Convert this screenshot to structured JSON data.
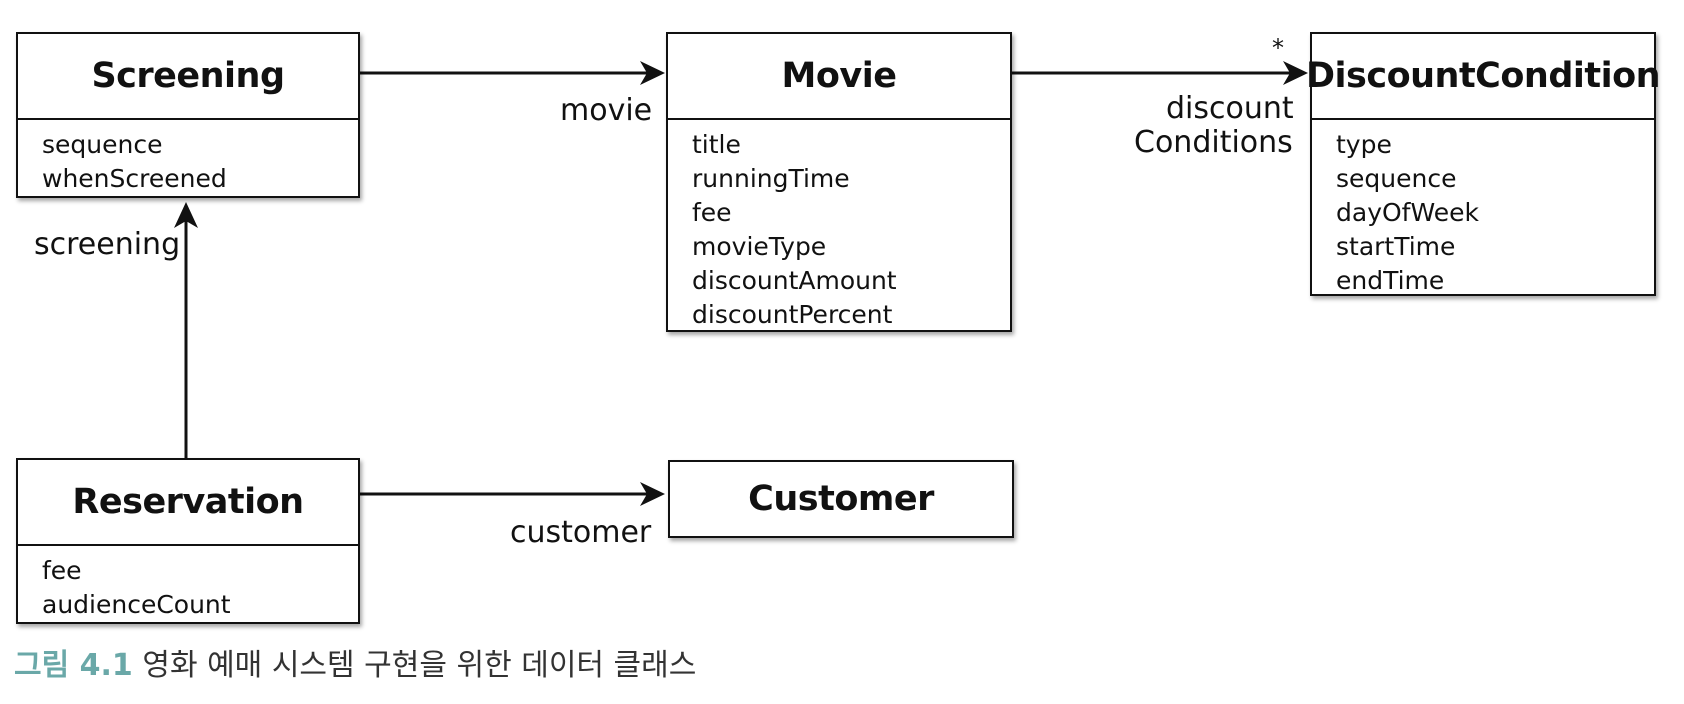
{
  "classes": {
    "screening": {
      "name": "Screening",
      "attributes": [
        "sequence",
        "whenScreened"
      ]
    },
    "movie": {
      "name": "Movie",
      "attributes": [
        "title",
        "runningTime",
        "fee",
        "movieType",
        "discountAmount",
        "discountPercent"
      ]
    },
    "discount_condition": {
      "name": "DiscountCondition",
      "attributes": [
        "type",
        "sequence",
        "dayOfWeek",
        "startTime",
        "endTime"
      ]
    },
    "reservation": {
      "name": "Reservation",
      "attributes": [
        "fee",
        "audienceCount"
      ]
    },
    "customer": {
      "name": "Customer",
      "attributes": []
    }
  },
  "associations": {
    "screening_movie": {
      "role": "movie"
    },
    "movie_discount": {
      "role_line1": "discount",
      "role_line2": "Conditions",
      "multiplicity": "*"
    },
    "reservation_screening": {
      "role": "screening"
    },
    "reservation_customer": {
      "role": "customer"
    }
  },
  "caption": {
    "number": "그림 4.1",
    "text": "영화 예매 시스템 구현을 위한 데이터 클래스"
  },
  "colors": {
    "line": "#111111",
    "caption_number": "#6aa8a8"
  }
}
